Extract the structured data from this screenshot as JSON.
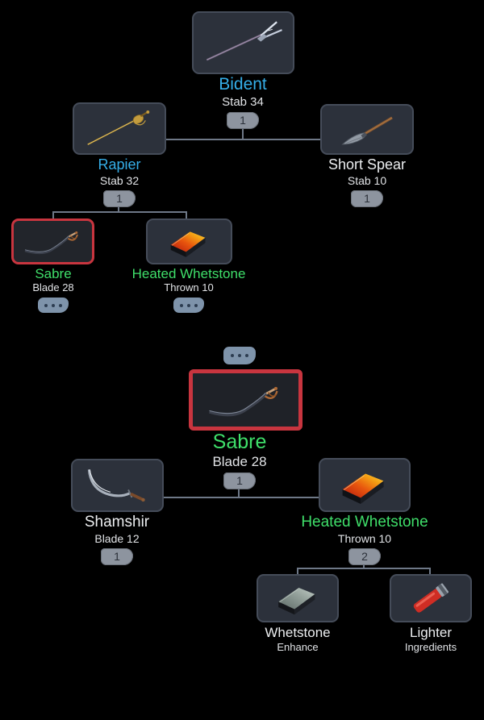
{
  "ui": {
    "title": "crafting-recipe-tree",
    "expand_icon": "ellipsis-dots",
    "colors": {
      "background": "#000000",
      "card_bg": "#2c313b",
      "card_border": "#454c59",
      "highlight_red": "#c8353f",
      "name_default": "#eceef0",
      "name_cyan": "#35aee8",
      "name_green": "#3fdf6a",
      "qty_badge_bg": "#8d949f",
      "connector_gray": "#6e7887"
    }
  },
  "nodes": {
    "bident": {
      "name": "Bident",
      "stat": "Stab 34",
      "qty": "1"
    },
    "rapier": {
      "name": "Rapier",
      "stat": "Stab 32",
      "qty": "1"
    },
    "short_spear": {
      "name": "Short Spear",
      "stat": "Stab 10",
      "qty": "1"
    },
    "sabre_top": {
      "name": "Sabre",
      "stat": "Blade 28"
    },
    "heated_whetstone_top": {
      "name": "Heated Whetstone",
      "stat": "Thrown 10"
    },
    "sabre_main": {
      "name": "Sabre",
      "stat": "Blade 28",
      "qty": "1"
    },
    "shamshir": {
      "name": "Shamshir",
      "stat": "Blade 12",
      "qty": "1"
    },
    "heated_whetstone_main": {
      "name": "Heated Whetstone",
      "stat": "Thrown 10",
      "qty": "2"
    },
    "whetstone": {
      "name": "Whetstone",
      "stat": "Enhance"
    },
    "lighter": {
      "name": "Lighter",
      "stat": "Ingredients"
    }
  }
}
